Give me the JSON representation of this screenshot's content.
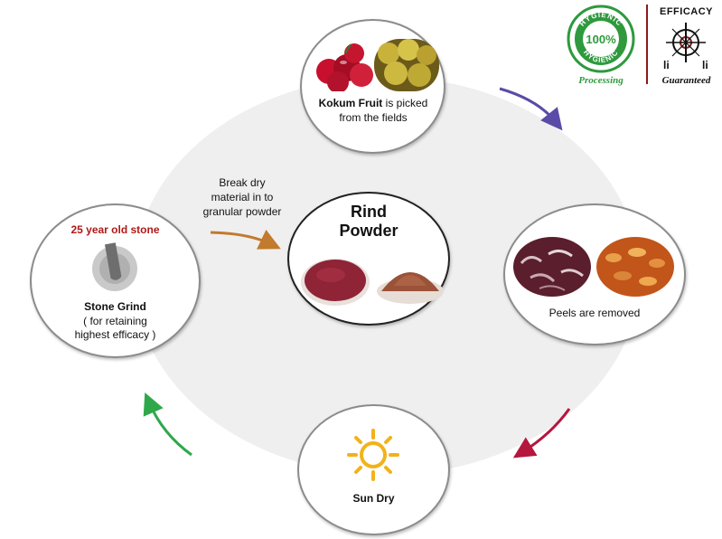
{
  "badges": {
    "hygienic": {
      "ring_top": "HYGIENIC",
      "ring_bottom": "HYGIENIC",
      "center": "100%",
      "caption": "Processing"
    },
    "efficacy": {
      "title": "EFFICACY",
      "caption": "Guaranteed"
    }
  },
  "steps": {
    "fruit": {
      "bold": "Kokum Fruit",
      "rest": " is picked",
      "line2": "from the fields"
    },
    "peels": {
      "label": "Peels are removed"
    },
    "sun": {
      "label": "Sun Dry"
    },
    "stone": {
      "header": "25 year old stone",
      "title": "Stone Grind",
      "line1": "( for  retaining",
      "line2": "highest efficacy )"
    },
    "center": {
      "line1": "Rind",
      "line2": "Powder"
    }
  },
  "annotation": {
    "line1": "Break dry",
    "line2": "material in to",
    "line3": "granular powder"
  },
  "colors": {
    "arrow_top_right": "#5a4ba8",
    "arrow_bottom_right": "#b5163d",
    "arrow_bottom_left": "#2fa84b",
    "arrow_annotation": "#c27a2c",
    "stone_header": "#b01818",
    "hygienic_green": "#2e9a3d",
    "efficacy_red": "#8b1a1a"
  }
}
